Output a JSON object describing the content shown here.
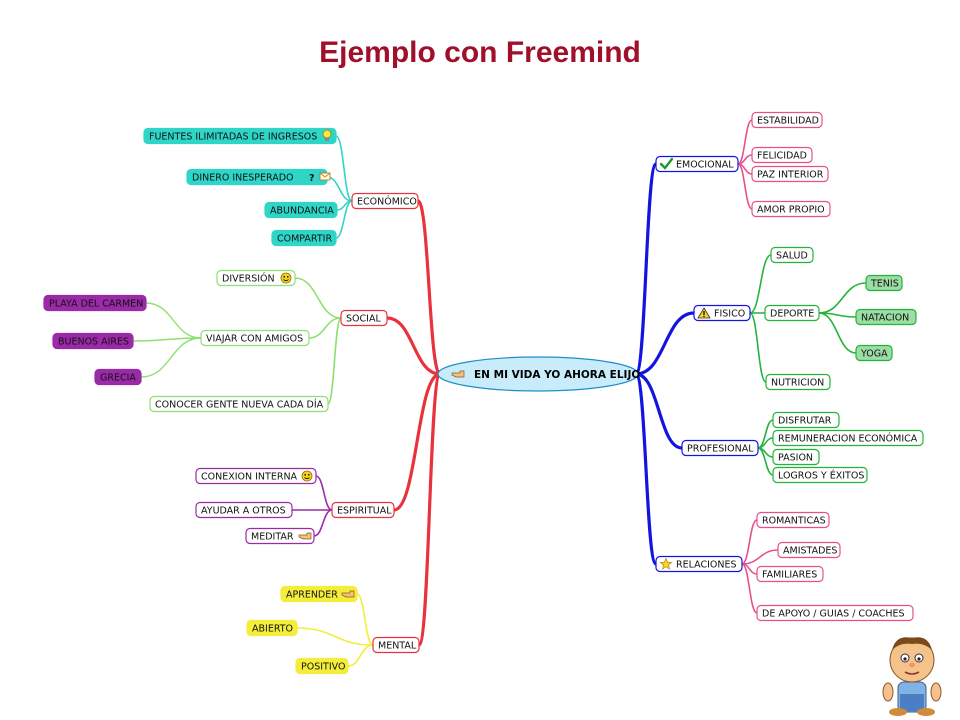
{
  "title": "Ejemplo con Freemind",
  "center": "EN MI VIDA YO AHORA ELIJO",
  "colors": {
    "title": "#a0102a",
    "red": "#e8323c",
    "cyan": "#2fd6c8",
    "green_light": "#8ee070",
    "purple": "#9b2aa8",
    "yellow": "#f3ee3a",
    "blue": "#1414e0",
    "green": "#22b43a",
    "pink": "#e8508c"
  },
  "left_branches": [
    {
      "label": "ECONÓMICO",
      "children": [
        {
          "label": "FUENTES ILIMITADAS DE INGRESOS",
          "icon": "lightbulb-icon"
        },
        {
          "label": "DINERO INESPERADO",
          "icon": "question-mail-icon"
        },
        {
          "label": "ABUNDANCIA"
        },
        {
          "label": "COMPARTIR"
        }
      ]
    },
    {
      "label": "SOCIAL",
      "children": [
        {
          "label": "DIVERSIÓN",
          "icon": "smiley-icon"
        },
        {
          "label": "VIAJAR CON AMIGOS",
          "children": [
            {
              "label": "PLAYA DEL CARMEN"
            },
            {
              "label": "BUENOS AIRES"
            },
            {
              "label": "GRECIA"
            }
          ]
        },
        {
          "label": "CONOCER GENTE NUEVA CADA DÍA"
        }
      ]
    },
    {
      "label": "ESPIRITUAL",
      "children": [
        {
          "label": "CONEXION INTERNA",
          "icon": "smiley-icon"
        },
        {
          "label": "AYUDAR A OTROS"
        },
        {
          "label": "MEDITAR",
          "icon": "pointing-hand-icon"
        }
      ]
    },
    {
      "label": "MENTAL",
      "children": [
        {
          "label": "APRENDER",
          "icon": "pointing-hand-icon"
        },
        {
          "label": "ABIERTO"
        },
        {
          "label": "POSITIVO"
        }
      ]
    }
  ],
  "right_branches": [
    {
      "label": "EMOCIONAL",
      "icon": "checkmark-icon",
      "children": [
        {
          "label": "ESTABILIDAD"
        },
        {
          "label": "FELICIDAD"
        },
        {
          "label": "PAZ INTERIOR"
        },
        {
          "label": "AMOR PROPIO"
        }
      ]
    },
    {
      "label": "FISICO",
      "icon": "warning-icon",
      "children": [
        {
          "label": "SALUD"
        },
        {
          "label": "DEPORTE",
          "children": [
            {
              "label": "TENIS"
            },
            {
              "label": "NATACION"
            },
            {
              "label": "YOGA"
            }
          ]
        },
        {
          "label": "NUTRICION"
        }
      ]
    },
    {
      "label": "PROFESIONAL",
      "children": [
        {
          "label": "DISFRUTAR"
        },
        {
          "label": "REMUNERACION ECONÓMICA"
        },
        {
          "label": "PASION"
        },
        {
          "label": "LOGROS Y ÉXITOS"
        }
      ]
    },
    {
      "label": "RELACIONES",
      "icon": "star-icon",
      "children": [
        {
          "label": "ROMANTICAS"
        },
        {
          "label": "AMISTADES"
        },
        {
          "label": "FAMILIARES"
        },
        {
          "label": "DE APOYO / GUIAS / COACHES"
        }
      ]
    }
  ]
}
